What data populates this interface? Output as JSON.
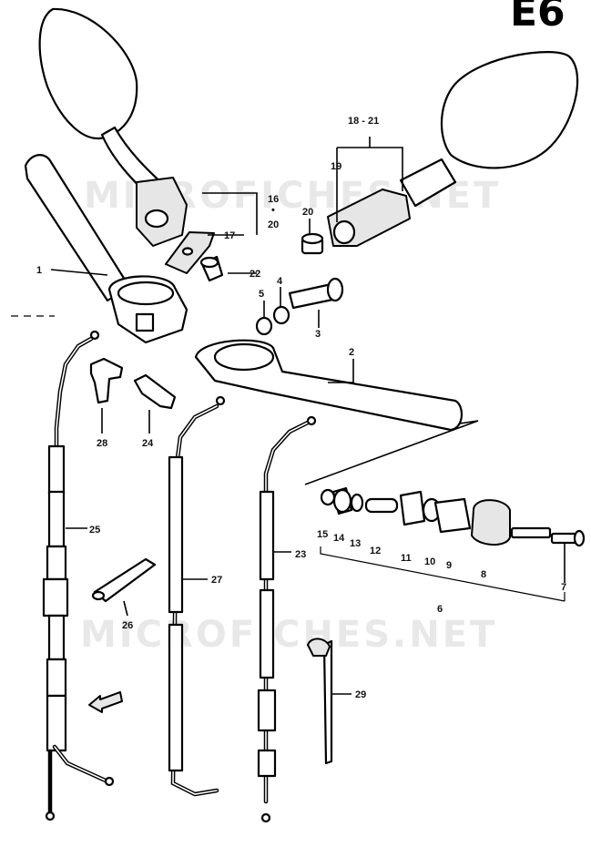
{
  "page_code": "E6",
  "watermark": "MICROFICHES.NET",
  "labels": {
    "p1": "1",
    "p2": "2",
    "p3": "3",
    "p4": "4",
    "p5": "5",
    "p6": "6",
    "p7": "7",
    "p8": "8",
    "p9": "9",
    "p10": "10",
    "p11": "11",
    "p12": "12",
    "p13": "13",
    "p14": "14",
    "p15": "15",
    "p16": "16",
    "p17": "17",
    "p18_21": "18 - 21",
    "p19": "19",
    "p20a": "20",
    "p20b": "20",
    "p22": "22",
    "p23": "23",
    "p24": "24",
    "p25": "25",
    "p26": "26",
    "p27": "27",
    "p28": "28",
    "p29": "29",
    "dot": "•"
  },
  "icons": {
    "direction_arrow": "arrow-left-icon"
  }
}
